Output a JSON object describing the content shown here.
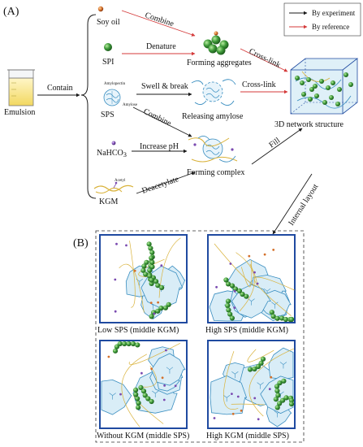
{
  "panel_a": {
    "label": "(A)",
    "emulsion": "Emulsion",
    "contain": "Contain",
    "soy_oil": "Soy oil",
    "spi": "SPI",
    "sps": "SPS",
    "nahco3": "NaHCO",
    "nahco3_sub": "3",
    "kgm": "KGM",
    "amylopectin": "Amylopectin",
    "amylose": "Amylose",
    "acetyl": "Acetyl",
    "combine_1": "Combine",
    "denature": "Denature",
    "swell_break": "Swell & break",
    "combine_2": "Combine",
    "increase_ph": "Increase pH",
    "deacetylate": "Deacetylate",
    "forming_aggregates": "Forming aggregates",
    "releasing_amylose": "Releasing amylose",
    "forming_complex": "Forming complex",
    "cross_link_1": "Cross-link",
    "cross_link_2": "Cross-link",
    "fill": "Fill",
    "network": "3D network structure",
    "internal_layout": "Internal layout"
  },
  "legend": {
    "experiment": "By experiment",
    "reference": "By reference"
  },
  "panel_b": {
    "label": "(B)",
    "captions": [
      "Low SPS (middle KGM)",
      "High SPS (middle KGM)",
      "Without KGM (middle SPS)",
      "High KGM (middle SPS)"
    ]
  },
  "colors": {
    "experiment_arrow": "#1a1a1a",
    "reference_arrow": "#d43a3a",
    "particle_green": "#3f9a3a",
    "particle_highlight": "#a8e08e",
    "network_blue": "#1f4aa0",
    "granule_fill": "#cfe6f2",
    "granule_stroke": "#3a8ec0",
    "soy_oil": "#d4702a",
    "nahco3": "#7a4ab0",
    "fiber_yellow": "#d9b23a"
  }
}
